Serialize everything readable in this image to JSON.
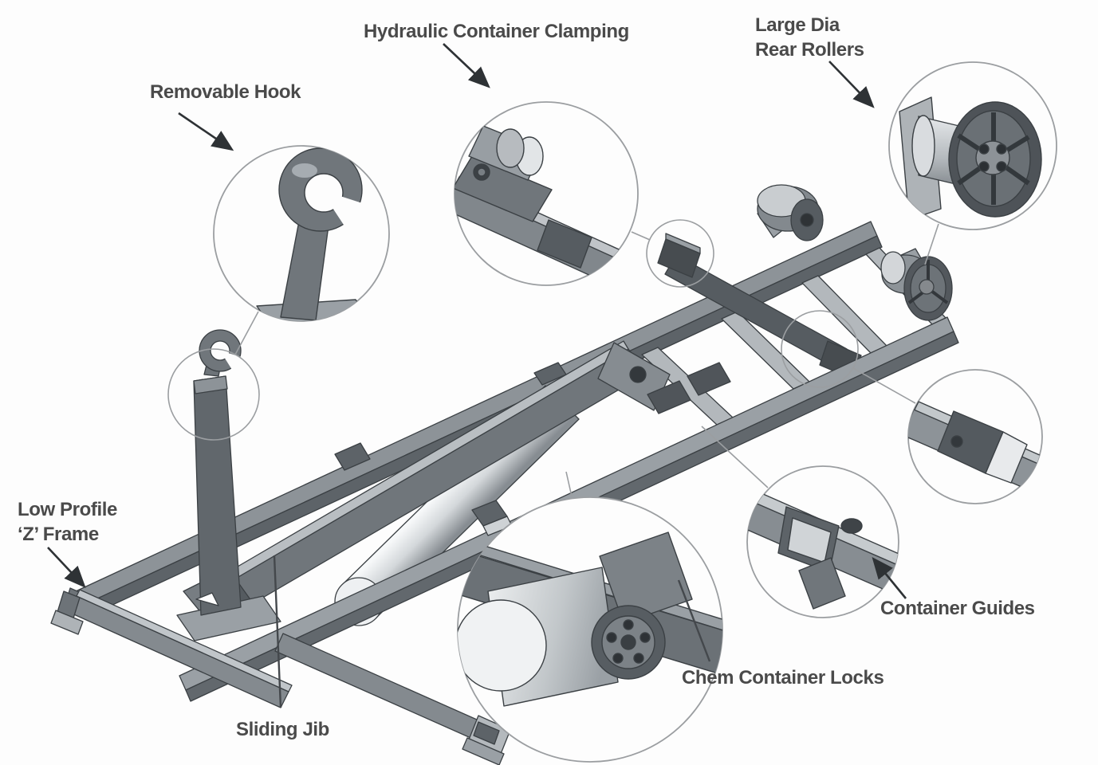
{
  "diagram_type": "annotated-technical-illustration",
  "subject": "hooklift-container-frame",
  "labels": {
    "removable_hook": "Removable Hook",
    "hydraulic_clamping": "Hydraulic Container Clamping",
    "rear_rollers_line1": "Large Dia",
    "rear_rollers_line2": "Rear Rollers",
    "low_profile_line1": "Low Profile",
    "low_profile_line2": "‘Z’ Frame",
    "sliding_jib": "Sliding Jib",
    "chem_locks": "Chem Container Locks",
    "container_guides": "Container Guides"
  },
  "callouts": [
    "removable-hook-detail",
    "hydraulic-clamping-detail",
    "large-rear-roller-detail",
    "container-guide-upper-detail",
    "container-guide-detail",
    "chem-container-lock-detail"
  ],
  "colors": {
    "background": "#fdfdfd",
    "label_text": "#4a4a4a",
    "outline": "#3b4044",
    "callout_stroke": "#9b9ea1",
    "leader_line": "#9b9ea1",
    "arrow": "#2e3235",
    "metal_light": "#d9dcde",
    "metal_mid": "#9aa0a5",
    "metal_dark": "#5f6569"
  }
}
